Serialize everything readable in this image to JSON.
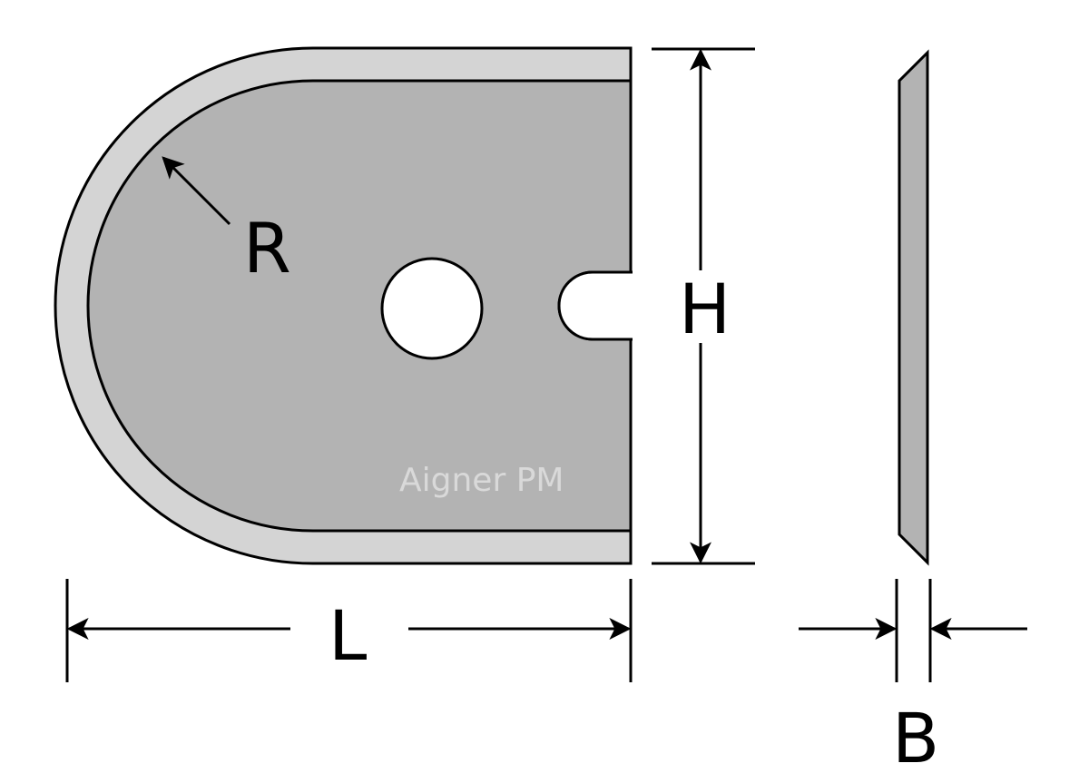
{
  "labels": {
    "radius": "R",
    "height": "H",
    "length": "L",
    "thickness": "B"
  },
  "watermark": "Aigner PM",
  "colors": {
    "outer_band": "#d4d4d4",
    "inner_body": "#b3b3b3",
    "stroke": "#000000",
    "watermark": "#d9d9d9"
  }
}
